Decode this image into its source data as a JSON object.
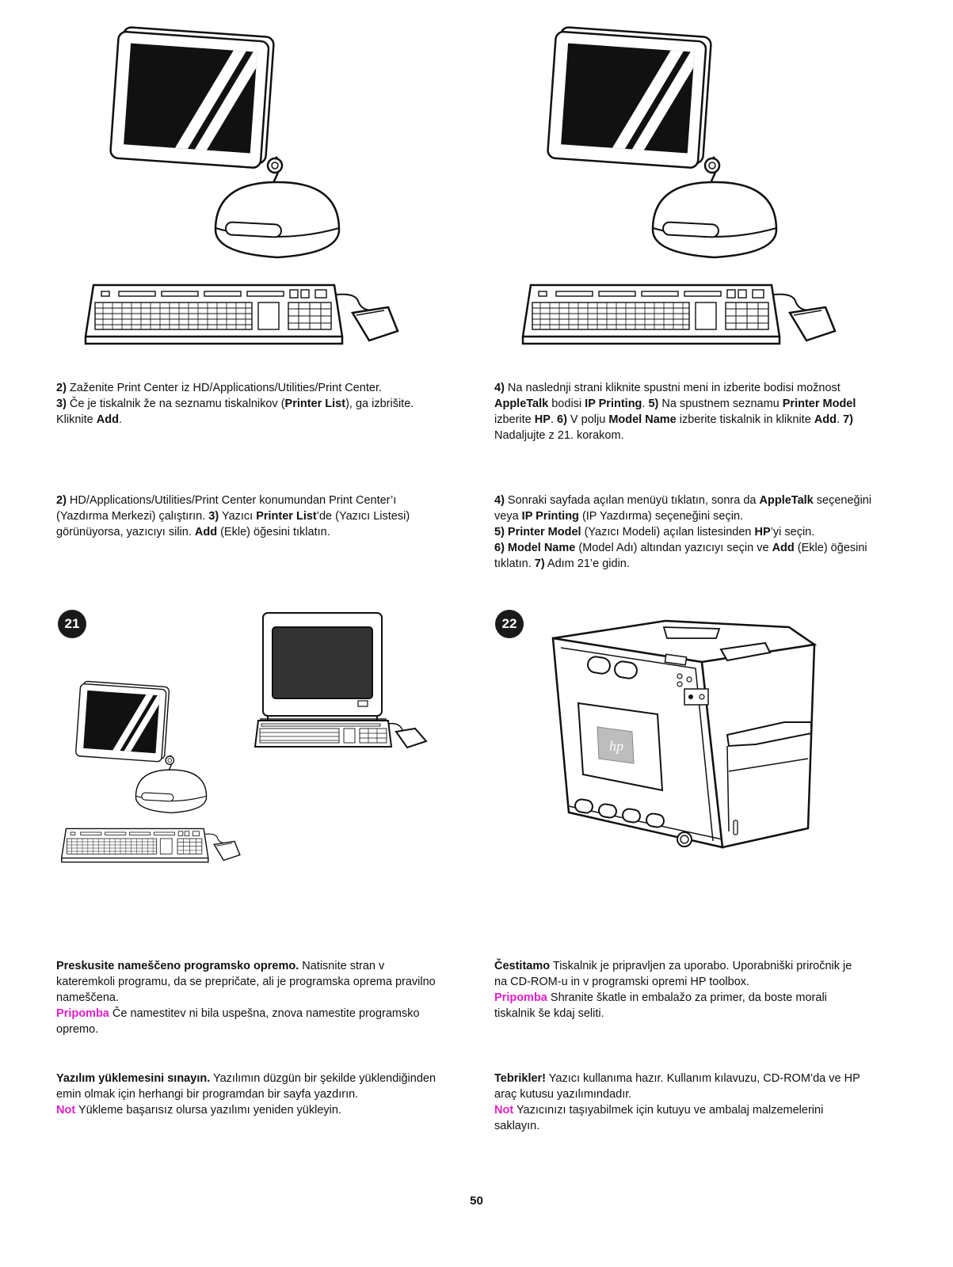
{
  "top_left": {
    "p1": [
      "2)",
      " Zaženite Print Center iz HD/Applications/Utilities/Print Center."
    ],
    "p2": [
      "3)",
      " Če je tiskalnik že na seznamu tiskalnikov (",
      "Printer List",
      "), ga izbrišite. Kliknite ",
      "Add",
      "."
    ]
  },
  "top_right": {
    "parts": [
      "4)",
      " Na naslednji strani kliknite spustni meni in izberite bodisi možnost ",
      "AppleTalk",
      " bodisi ",
      "IP Printing",
      ". ",
      "5)",
      " Na spustnem seznamu ",
      "Printer Model",
      " izberite ",
      "HP",
      ". ",
      "6)",
      " V polju ",
      "Model Name",
      " izberite tiskalnik in kliknite ",
      "Add",
      ". ",
      "7)",
      " Nadaljujte z 21. korakom."
    ]
  },
  "mid_left": {
    "parts": [
      "2)",
      " HD/Applications/Utilities/Print Center konumundan Print Center’ı (Yazdırma Merkezi) çalıştırın. ",
      "3)",
      " Yazıcı ",
      "Printer List",
      "’de (Yazıcı Listesi) görünüyorsa, yazıcıyı silin. ",
      "Add",
      " (Ekle) öğesini tıklatın."
    ]
  },
  "mid_right": {
    "l1": [
      "4)",
      " Sonraki sayfada açılan menüyü tıklatın, sonra da ",
      "AppleTalk",
      " seçeneğini veya ",
      "IP Printing",
      " (IP Yazdırma) seçeneğini seçin."
    ],
    "l2": [
      "5) Printer Model",
      " (Yazıcı Modeli) açılan listesinden ",
      "HP",
      "’yi seçin."
    ],
    "l3": [
      "6) Model Name",
      " (Model Adı) altından yazıcıyı seçin ve ",
      "Add",
      " (Ekle) öğesini tıklatın. ",
      "7)",
      " Adım 21’e gidin."
    ]
  },
  "steps": {
    "left": "21",
    "right": "22"
  },
  "step21_sl": {
    "heading": "Preskusite nameščeno programsko opremo.",
    "body": " Natisnite stran v kateremkoli programu, da se prepričate, ali je programska oprema pravilno nameščena.",
    "note_label": "Pripomba",
    "note": " Če namestitev ni bila uspešna, znova namestite programsko opremo."
  },
  "step22_sl": {
    "heading": "Čestitamo",
    "body": " Tiskalnik je pripravljen za uporabo. Uporabniški priročnik je na CD-ROM-u in v programski opremi HP toolbox.",
    "note_label": "Pripomba",
    "note": " Shranite škatle in embalažo za primer, da boste morali tiskalnik še kdaj seliti."
  },
  "step21_tr": {
    "heading": "Yazılım yüklemesini sınayın.",
    "body": " Yazılımın düzgün bir şekilde yüklendiğinden emin olmak için herhangi bir programdan bir sayfa yazdırın.",
    "note_label": "Not",
    "note": " Yükleme başarısız olursa yazılımı yeniden yükleyin."
  },
  "step22_tr": {
    "heading": "Tebrikler!",
    "body": " Yazıcı kullanıma hazır. Kullanım kılavuzu, CD-ROM’da ve HP araç kutusu yazılımındadır.",
    "note_label": "Not",
    "note": " Yazıcınızı taşıyabilmek için kutuyu ve ambalaj malzemelerini saklayın."
  },
  "printer_logo": "hp",
  "page_number": "50",
  "colors": {
    "note_label": "#e020c8"
  }
}
